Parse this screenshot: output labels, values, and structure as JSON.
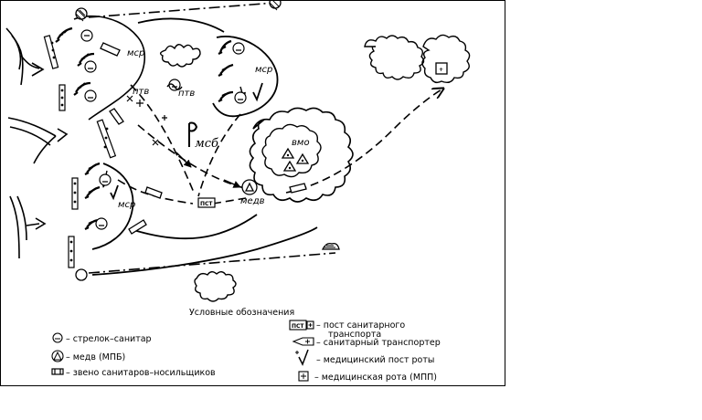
{
  "labels": {
    "msr": "мср",
    "ptv": "птв",
    "msb": "мсб",
    "vmo": "вмо",
    "medv": "медв"
  },
  "legend": {
    "title": "Условные обозначения",
    "items": [
      {
        "icon": "rifleman-medic",
        "text": "– стрелок–санитар"
      },
      {
        "icon": "medical-instructor",
        "text": "– медв (МПБ)"
      },
      {
        "icon": "stretcher-team",
        "text": "– звено санитаров–носильщиков"
      },
      {
        "icon": "transport-post",
        "symbol": "ПСТ",
        "text": "– пост санитарного транспорта"
      },
      {
        "icon": "medical-transporter",
        "text": "– санитарный транспортер"
      },
      {
        "icon": "company-medical-post",
        "text": "– медицинский пост роты"
      },
      {
        "icon": "medical-company",
        "text": "– медицинская рота (МПП)"
      }
    ]
  },
  "symbols": {
    "post": "ПСТ",
    "cross": "+"
  }
}
